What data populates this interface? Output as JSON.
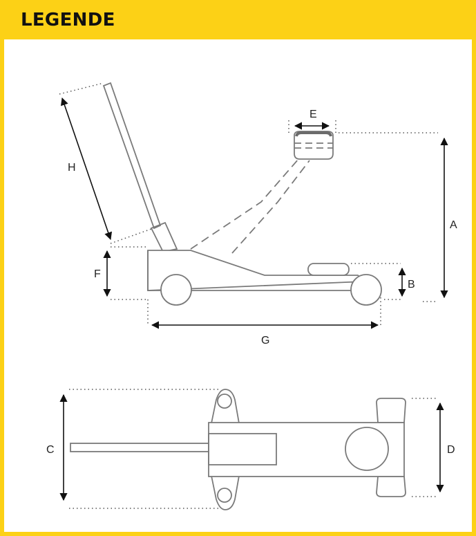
{
  "header": {
    "title": "LEGENDE"
  },
  "labels": {
    "A": "A",
    "B": "B",
    "C": "C",
    "D": "D",
    "E": "E",
    "F": "F",
    "G": "G",
    "H": "H"
  },
  "colors": {
    "accent": "#fcd116",
    "outline": "#7a7a7a",
    "arrow": "#111111"
  }
}
